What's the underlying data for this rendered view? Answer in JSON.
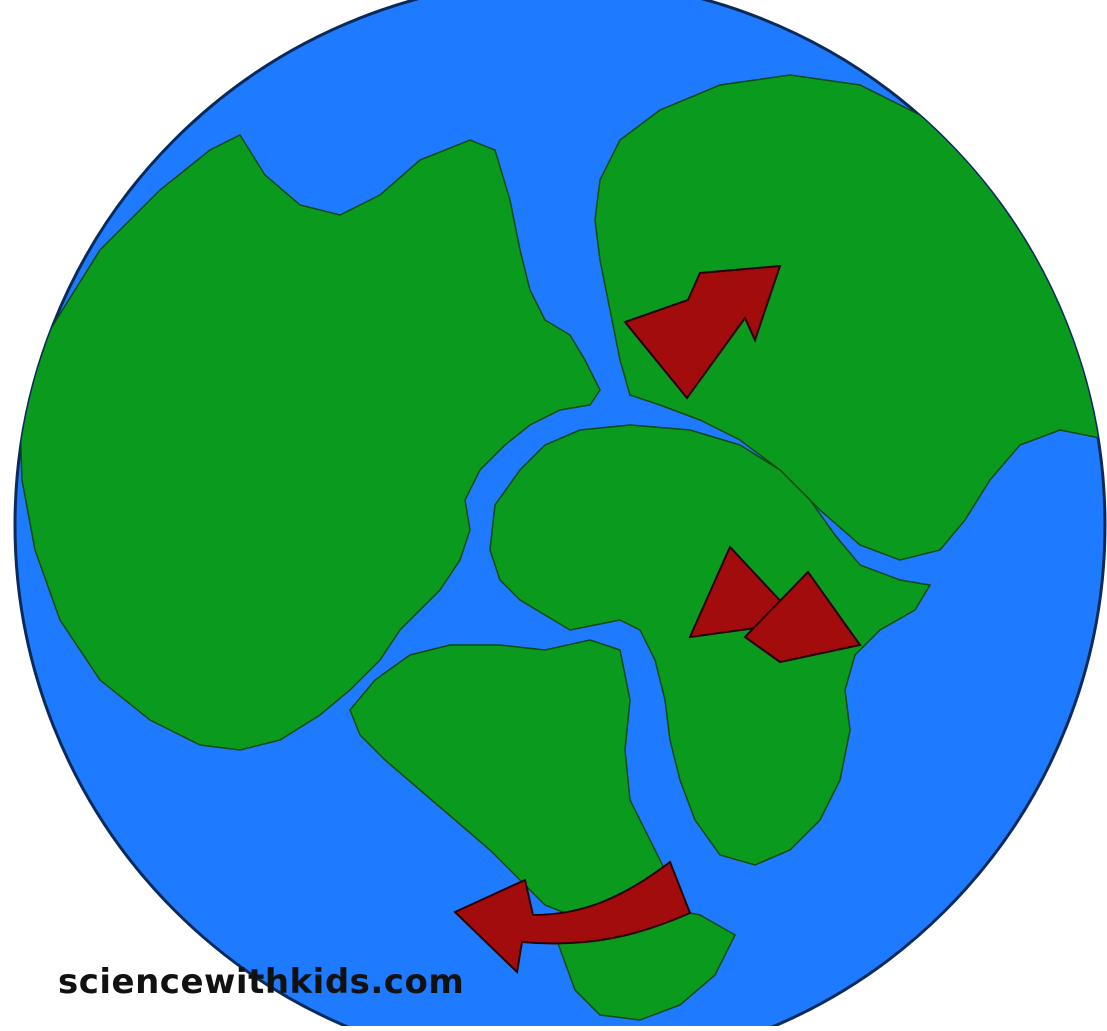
{
  "diagram": {
    "subject": "continental drift globe",
    "colors": {
      "ocean": "#1e7bff",
      "land": "#0a9a1e",
      "arrow": "#a30c0c",
      "outline": "#0a2a5a"
    },
    "arrow_count": 4
  },
  "watermark": {
    "text": "sciencewithkids.com"
  }
}
